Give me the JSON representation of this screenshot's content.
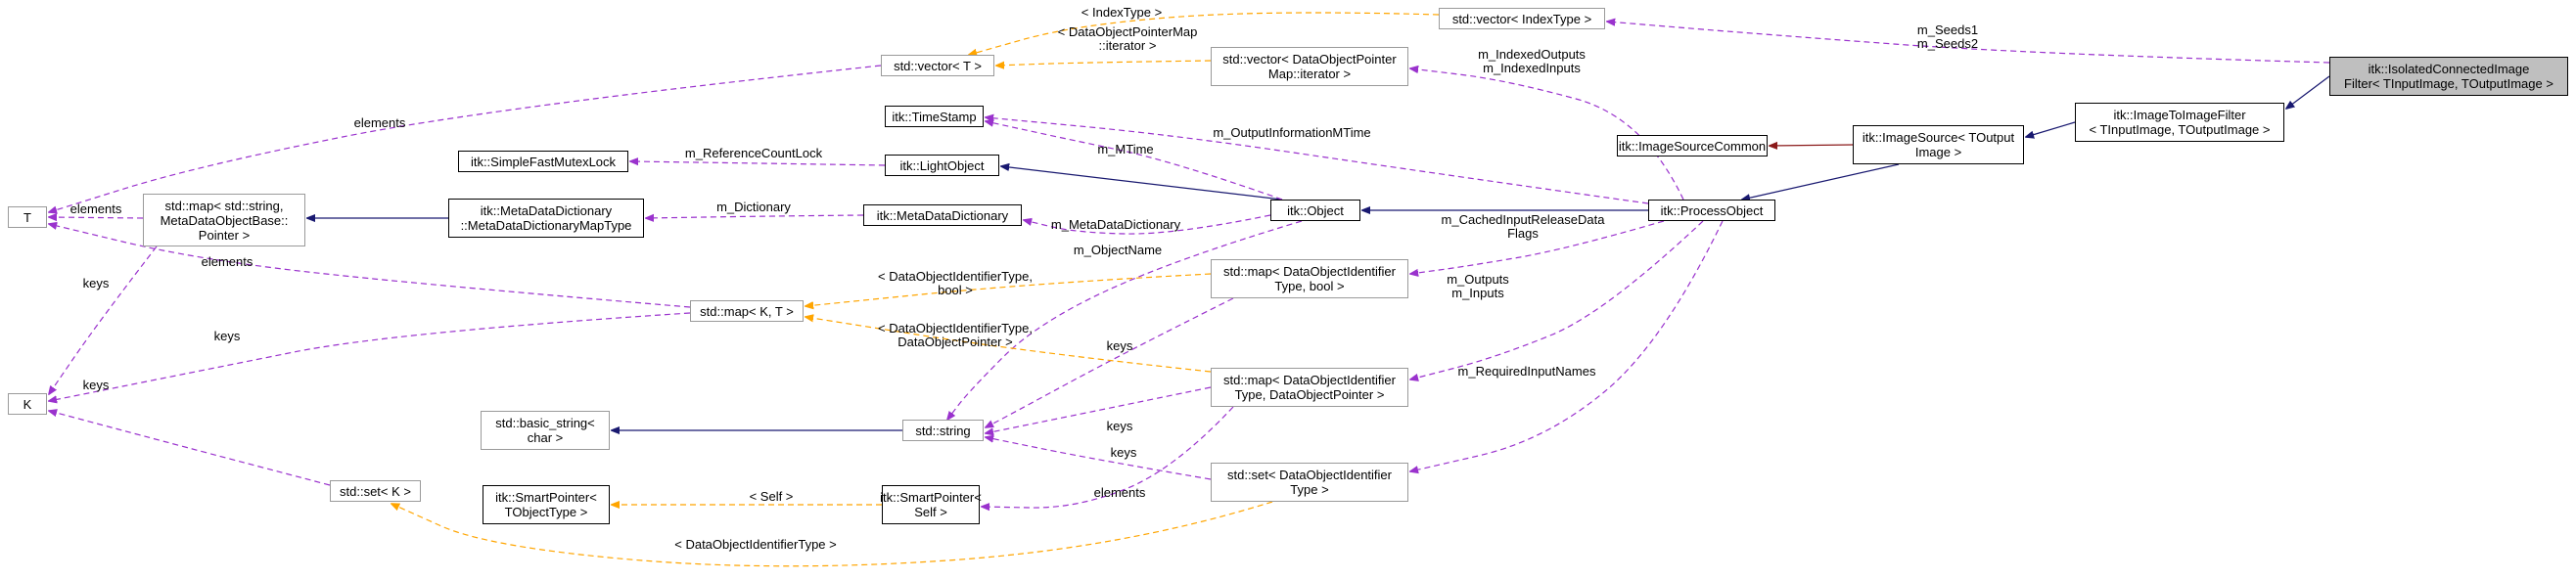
{
  "nodes": [
    {
      "id": "isolated",
      "lines": [
        "itk::IsolatedConnectedImage",
        "Filter< TInputImage, TOutputImage >"
      ],
      "style": "focus"
    },
    {
      "id": "i2i",
      "lines": [
        "itk::ImageToImageFilter",
        "< TInputImage, TOutputImage >"
      ],
      "style": "solid"
    },
    {
      "id": "imgsrc",
      "lines": [
        "itk::ImageSource< TOutput",
        "Image >"
      ],
      "style": "solid"
    },
    {
      "id": "imgsrccommon",
      "lines": [
        "itk::ImageSourceCommon"
      ],
      "style": "solid"
    },
    {
      "id": "procobj",
      "lines": [
        "itk::ProcessObject"
      ],
      "style": "solid"
    },
    {
      "id": "object",
      "lines": [
        "itk::Object"
      ],
      "style": "solid"
    },
    {
      "id": "lightobj",
      "lines": [
        "itk::LightObject"
      ],
      "style": "solid"
    },
    {
      "id": "timestamp",
      "lines": [
        "itk::TimeStamp"
      ],
      "style": "solid"
    },
    {
      "id": "mutex",
      "lines": [
        "itk::SimpleFastMutexLock"
      ],
      "style": "solid"
    },
    {
      "id": "mddict",
      "lines": [
        "itk::MetaDataDictionary"
      ],
      "style": "solid"
    },
    {
      "id": "mdmaptype",
      "lines": [
        "itk::MetaDataDictionary",
        "::MetaDataDictionaryMapType"
      ],
      "style": "solid"
    },
    {
      "id": "stdmapmeta",
      "lines": [
        "std::map< std::string,",
        "MetaDataObjectBase::",
        "Pointer >"
      ],
      "style": "gray"
    },
    {
      "id": "T",
      "lines": [
        "T"
      ],
      "style": "gray"
    },
    {
      "id": "K",
      "lines": [
        "K"
      ],
      "style": "gray"
    },
    {
      "id": "vecT",
      "lines": [
        "std::vector< T >"
      ],
      "style": "gray"
    },
    {
      "id": "vecIndex",
      "lines": [
        "std::vector< IndexType >"
      ],
      "style": "gray"
    },
    {
      "id": "vecDOPM",
      "lines": [
        "std::vector< DataObjectPointer",
        "Map::iterator >"
      ],
      "style": "gray"
    },
    {
      "id": "mapKT",
      "lines": [
        "std::map< K, T >"
      ],
      "style": "gray"
    },
    {
      "id": "mapDOIbool",
      "lines": [
        "std::map< DataObjectIdentifier",
        "Type, bool >"
      ],
      "style": "gray"
    },
    {
      "id": "mapDOIptr",
      "lines": [
        "std::map< DataObjectIdentifier",
        "Type, DataObjectPointer >"
      ],
      "style": "gray"
    },
    {
      "id": "basicstr",
      "lines": [
        "std::basic_string<",
        "char >"
      ],
      "style": "gray"
    },
    {
      "id": "stdstring",
      "lines": [
        "std::string"
      ],
      "style": "gray"
    },
    {
      "id": "setDOI",
      "lines": [
        "std::set< DataObjectIdentifier",
        "Type >"
      ],
      "style": "gray"
    },
    {
      "id": "setK",
      "lines": [
        "std::set< K >"
      ],
      "style": "gray"
    },
    {
      "id": "spTObj",
      "lines": [
        "itk::SmartPointer<",
        "TObjectType >"
      ],
      "style": "solid"
    },
    {
      "id": "spSelf",
      "lines": [
        "itk::SmartPointer<",
        "Self >"
      ],
      "style": "solid"
    }
  ],
  "edges": [
    {
      "id": "e-isolated-i2i",
      "from": "isolated",
      "to": "i2i",
      "kind": "inherit",
      "label": []
    },
    {
      "id": "e-i2i-imgsrc",
      "from": "i2i",
      "to": "imgsrc",
      "kind": "inherit",
      "label": []
    },
    {
      "id": "e-imgsrc-procobj",
      "from": "imgsrc",
      "to": "procobj",
      "kind": "inherit",
      "label": []
    },
    {
      "id": "e-imgsrc-common",
      "from": "imgsrc",
      "to": "imgsrccommon",
      "kind": "private",
      "label": []
    },
    {
      "id": "e-procobj-object",
      "from": "procobj",
      "to": "object",
      "kind": "inherit",
      "label": []
    },
    {
      "id": "e-object-lightobj",
      "from": "object",
      "to": "lightobj",
      "kind": "inherit",
      "label": []
    },
    {
      "id": "e-mdmap-stdmap",
      "from": "mdmaptype",
      "to": "stdmapmeta",
      "kind": "inherit",
      "label": []
    },
    {
      "id": "e-basic-string",
      "from": "stdstring",
      "to": "basicstr",
      "kind": "inherit",
      "label": []
    },
    {
      "id": "e-seeds",
      "from": "isolated",
      "to": "vecIndex",
      "kind": "usage",
      "label": [
        "m_Seeds1",
        "m_Seeds2"
      ]
    },
    {
      "id": "e-indexedio",
      "from": "procobj",
      "to": "vecDOPM",
      "kind": "usage",
      "label": [
        "m_IndexedOutputs",
        "m_IndexedInputs"
      ]
    },
    {
      "id": "e-outinfo",
      "from": "procobj",
      "to": "timestamp",
      "kind": "usage",
      "label": [
        "m_OutputInformationMTime"
      ]
    },
    {
      "id": "e-mtime",
      "from": "object",
      "to": "timestamp",
      "kind": "usage",
      "label": [
        "m_MTime"
      ]
    },
    {
      "id": "e-refcount",
      "from": "lightobj",
      "to": "mutex",
      "kind": "usage",
      "label": [
        "m_ReferenceCountLock"
      ]
    },
    {
      "id": "e-metadict",
      "from": "object",
      "to": "mddict",
      "kind": "usage",
      "label": [
        "m_MetaDataDictionary"
      ]
    },
    {
      "id": "e-dictionary",
      "from": "mddict",
      "to": "mdmaptype",
      "kind": "usage",
      "label": [
        "m_Dictionary"
      ]
    },
    {
      "id": "e-objname",
      "from": "object",
      "to": "stdstring",
      "kind": "usage",
      "label": [
        "m_ObjectName"
      ]
    },
    {
      "id": "e-cached",
      "from": "procobj",
      "to": "mapDOIbool",
      "kind": "usage",
      "label": [
        "m_CachedInputReleaseData",
        "Flags"
      ]
    },
    {
      "id": "e-outputs",
      "from": "procobj",
      "to": "mapDOIptr",
      "kind": "usage",
      "label": [
        "m_Outputs",
        "m_Inputs"
      ]
    },
    {
      "id": "e-required",
      "from": "procobj",
      "to": "setDOI",
      "kind": "usage",
      "label": [
        "m_RequiredInputNames"
      ]
    },
    {
      "id": "e-vecT-T",
      "from": "vecT",
      "to": "T",
      "kind": "usage",
      "label": [
        "elements"
      ]
    },
    {
      "id": "e-stdmapmeta-T",
      "from": "stdmapmeta",
      "to": "T",
      "kind": "usage",
      "label": [
        "elements"
      ]
    },
    {
      "id": "e-stdmapmeta-K",
      "from": "stdmapmeta",
      "to": "K",
      "kind": "usage",
      "label": [
        "keys"
      ]
    },
    {
      "id": "e-mapKT-T",
      "from": "mapKT",
      "to": "T",
      "kind": "usage",
      "label": [
        "elements"
      ]
    },
    {
      "id": "e-mapKT-K",
      "from": "mapKT",
      "to": "K",
      "kind": "usage",
      "label": [
        "keys"
      ]
    },
    {
      "id": "e-setK-K",
      "from": "setK",
      "to": "K",
      "kind": "usage",
      "label": [
        "keys"
      ]
    },
    {
      "id": "e-mapbool-str",
      "from": "mapDOIbool",
      "to": "stdstring",
      "kind": "usage",
      "label": [
        "keys"
      ]
    },
    {
      "id": "e-mapptr-str",
      "from": "mapDOIptr",
      "to": "stdstring",
      "kind": "usage",
      "label": [
        "keys"
      ]
    },
    {
      "id": "e-set-str",
      "from": "setDOI",
      "to": "stdstring",
      "kind": "usage",
      "label": [
        "keys"
      ]
    },
    {
      "id": "e-mapptr-spself",
      "from": "mapDOIptr",
      "to": "spSelf",
      "kind": "usage",
      "label": [
        "elements"
      ]
    },
    {
      "id": "e-vecIndex-vecT",
      "from": "vecIndex",
      "to": "vecT",
      "kind": "template",
      "label": [
        "< IndexType >"
      ]
    },
    {
      "id": "e-vecDOPM-vecT",
      "from": "vecDOPM",
      "to": "vecT",
      "kind": "template",
      "label": [
        "< DataObjectPointerMap",
        "::iterator >"
      ]
    },
    {
      "id": "e-mapbool-mapKT",
      "from": "mapDOIbool",
      "to": "mapKT",
      "kind": "template",
      "label": [
        "< DataObjectIdentifierType,",
        "bool >"
      ]
    },
    {
      "id": "e-mapptr-mapKT",
      "from": "mapDOIptr",
      "to": "mapKT",
      "kind": "template",
      "label": [
        "< DataObjectIdentifierType,",
        "DataObjectPointer >"
      ]
    },
    {
      "id": "e-spSelf-spTObj",
      "from": "spSelf",
      "to": "spTObj",
      "kind": "template",
      "label": [
        "< Self >"
      ]
    },
    {
      "id": "e-setDOI-setK",
      "from": "setDOI",
      "to": "setK",
      "kind": "template",
      "label": [
        "< DataObjectIdentifierType >"
      ]
    }
  ],
  "colors": {
    "inherit": "#191970",
    "private": "#8b1a1a",
    "usage": "#9a32cd",
    "template": "#ffa500",
    "focus_fill": "#bfbfbf",
    "gray_border": "#9a9a9a"
  }
}
